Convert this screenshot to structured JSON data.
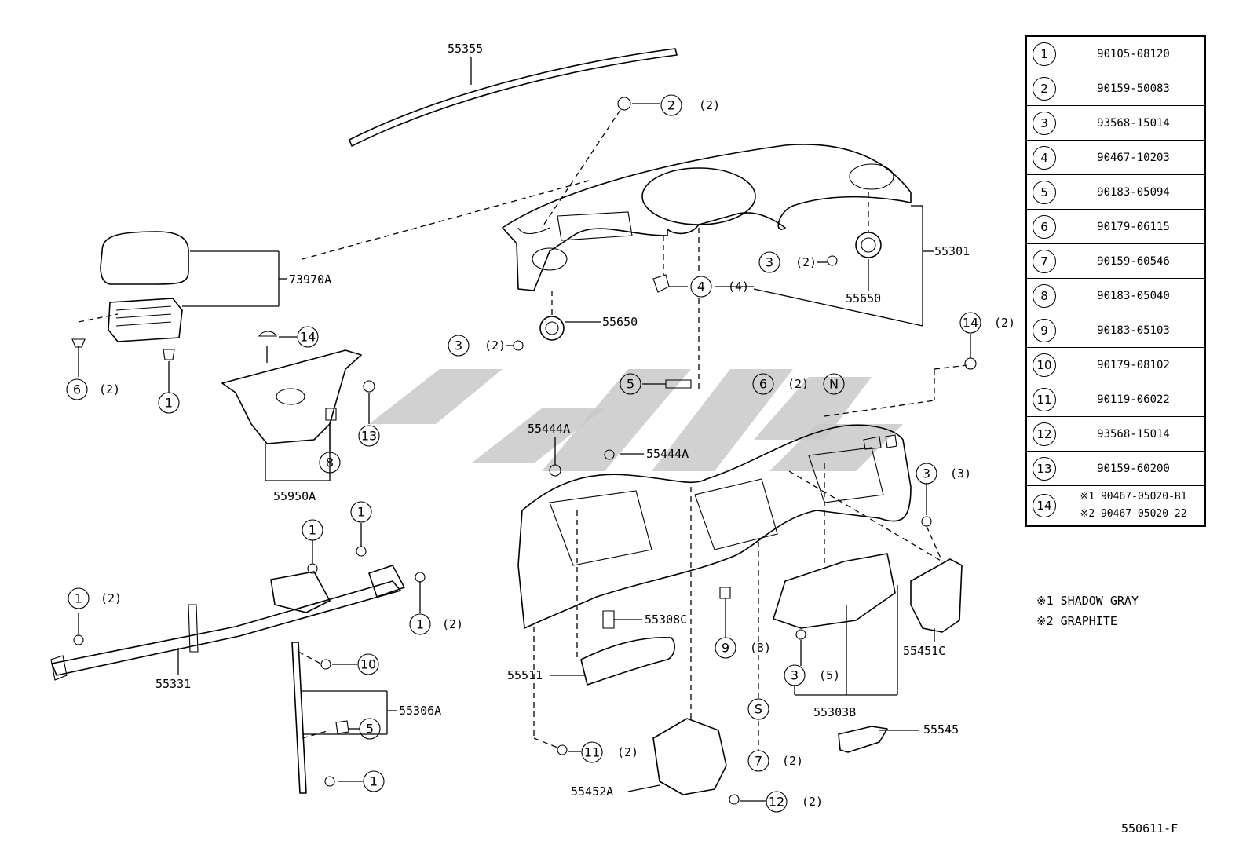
{
  "callouts": {
    "c_55355": "55355",
    "c_73970A": "73970A",
    "c_55301": "55301",
    "c_55650_right": "55650",
    "c_55650_left": "55650",
    "c_55950A": "55950A",
    "c_55444A_left": "55444A",
    "c_55444A_right": "55444A",
    "c_55308C": "55308C",
    "c_55511": "55511",
    "c_55331": "55331",
    "c_55306A": "55306A",
    "c_55451C": "55451C",
    "c_55303B": "55303B",
    "c_55545": "55545",
    "c_55452A": "55452A"
  },
  "refs": {
    "r2_top": "2",
    "q2_top": "(2)",
    "r3_right": "3",
    "q3_right": "(2)",
    "r4": "4",
    "q4": "(4)",
    "r3_left": "3",
    "q3_left": "(2)",
    "r14_a": "14",
    "r14_b": "14",
    "q14_b": "(2)",
    "r5_mid": "5",
    "r6_mid": "6",
    "q6_mid": "(2)",
    "rN": "N",
    "r6_left": "6",
    "q6_left": "(2)",
    "r1_a": "1",
    "r13": "13",
    "r8": "8",
    "r1_b": "1",
    "r1_c": "1",
    "r1_d": "1",
    "q1_d": "(2)",
    "r1_e": "1",
    "q1_e": "(2)",
    "r10": "10",
    "r5_low": "5",
    "r1_f": "1",
    "r3_far": "3",
    "q3_far": "(3)",
    "r9": "9",
    "q9": "(3)",
    "r3_bot": "3",
    "q3_bot": "(5)",
    "rS": "S",
    "r7": "7",
    "q7": "(2)",
    "r11": "11",
    "q11": "(2)",
    "r12": "12",
    "q12": "(2)"
  },
  "parts_table": [
    {
      "ref": "1",
      "part_no": "90105-08120"
    },
    {
      "ref": "2",
      "part_no": "90159-50083"
    },
    {
      "ref": "3",
      "part_no": "93568-15014"
    },
    {
      "ref": "4",
      "part_no": "90467-10203"
    },
    {
      "ref": "5",
      "part_no": "90183-05094"
    },
    {
      "ref": "6",
      "part_no": "90179-06115"
    },
    {
      "ref": "7",
      "part_no": "90159-60546"
    },
    {
      "ref": "8",
      "part_no": "90183-05040"
    },
    {
      "ref": "9",
      "part_no": "90183-05103"
    },
    {
      "ref": "10",
      "part_no": "90179-08102"
    },
    {
      "ref": "11",
      "part_no": "90119-06022"
    },
    {
      "ref": "12",
      "part_no": "93568-15014"
    },
    {
      "ref": "13",
      "part_no": "90159-60200"
    },
    {
      "ref": "14",
      "part_no": "※1 90467-05020-B1",
      "part_no_2": "※2 90467-05020-22"
    }
  ],
  "legend": {
    "line1": "※1 SHADOW GRAY",
    "line2": "※2 GRAPHITE"
  },
  "footer_code": "550611-F"
}
